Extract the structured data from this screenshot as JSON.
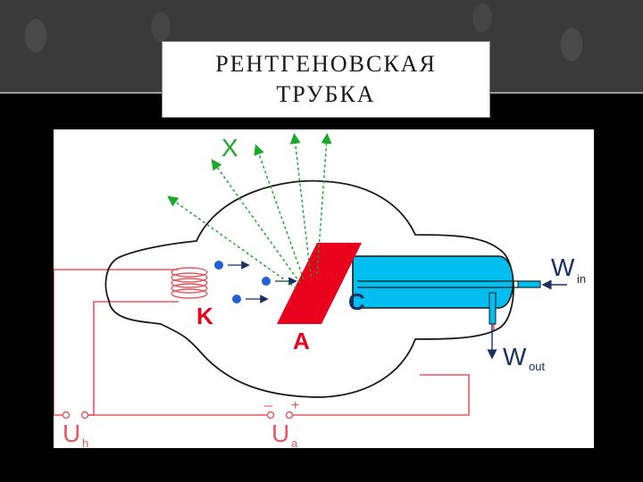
{
  "title": {
    "line1": "РЕНТГЕНОВСКАЯ",
    "line2": "ТРУБКА"
  },
  "diagram": {
    "labels": {
      "x_rays": "X",
      "cathode": "K",
      "anode": "A",
      "cooler": "C",
      "w_in_main": "W",
      "w_in_sub": "in",
      "w_out_main": "W",
      "w_out_sub": "out",
      "u_h_main": "U",
      "u_h_sub": "h",
      "u_a_main": "U",
      "u_a_sub": "a",
      "minus": "–",
      "plus": "+"
    },
    "colors": {
      "ray": "#1aa82a",
      "anode": "#e8001c",
      "cooler": "#00bff0",
      "circuit": "#e8565f",
      "electron": "#2060d0",
      "label": "#e8001c",
      "text_dark": "#1a3060"
    }
  }
}
